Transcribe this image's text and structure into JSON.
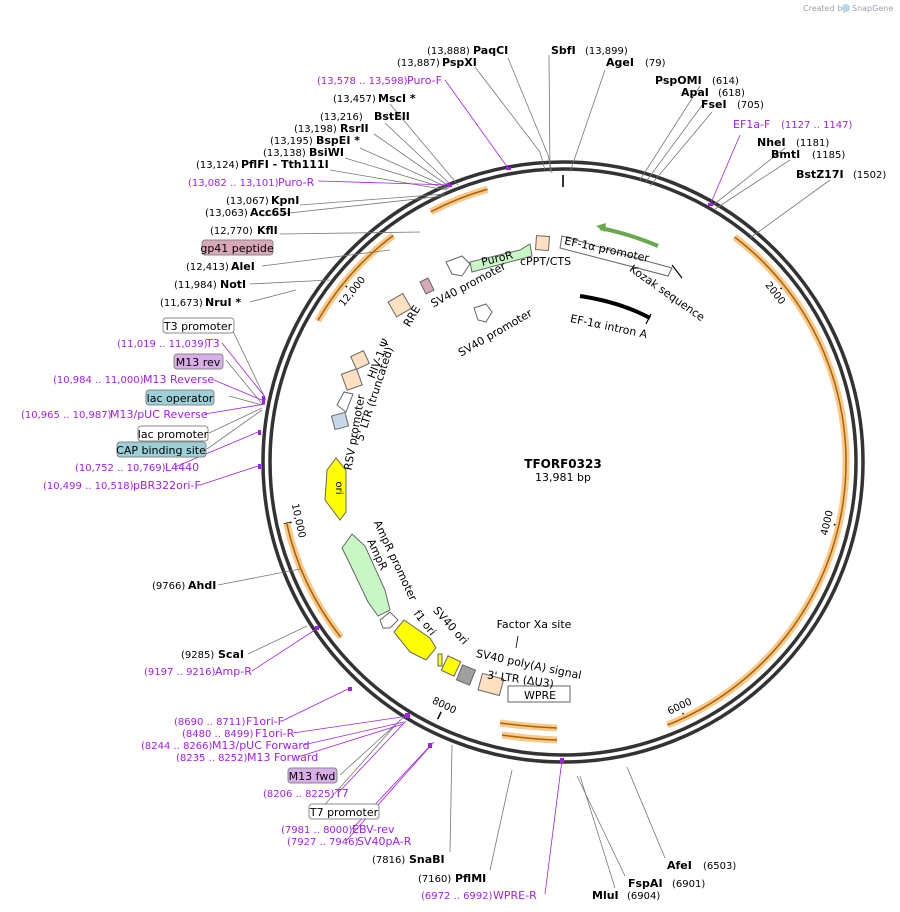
{
  "credit": {
    "prefix": "Created by",
    "brand": "SnapGene"
  },
  "plasmid": {
    "name": "TFORF0323",
    "size_label": "13,981 bp",
    "total_bp": 13981
  },
  "ticks": [
    {
      "label": "2000",
      "bp": 2000
    },
    {
      "label": "4000",
      "bp": 4000
    },
    {
      "label": "6000",
      "bp": 6000
    },
    {
      "label": "8000",
      "bp": 8000
    },
    {
      "label": "10,000",
      "bp": 10000
    },
    {
      "label": "12,000",
      "bp": 12000
    }
  ],
  "colors": {
    "backbone": "#333333",
    "orange_feature": "#f7c98a",
    "primer": "#a020f0",
    "green_feature": "#c8f7c5",
    "yellow_feature": "#ffff00",
    "peach_feature": "#ffe0c0",
    "grey_feature": "#a0a0a0",
    "gp41_box": "#d8a8b8",
    "m13_box": "#d7aee8",
    "blue_box": "#9ccfd8"
  },
  "enzymes": [
    {
      "name": "PaqCI",
      "pos": "(13,888)"
    },
    {
      "name": "SbfI",
      "pos": "(13,899)"
    },
    {
      "name": "PspXI",
      "pos": "(13,887)"
    },
    {
      "name": "AgeI",
      "pos": "(79)"
    },
    {
      "name": "PspOMI",
      "pos": "(614)"
    },
    {
      "name": "ApaI",
      "pos": "(618)"
    },
    {
      "name": "FseI",
      "pos": "(705)"
    },
    {
      "name": "MscI *",
      "pos": "(13,457)"
    },
    {
      "name": "BstEII",
      "pos": "(13,216)"
    },
    {
      "name": "RsrII",
      "pos": "(13,198)"
    },
    {
      "name": "BspEI *",
      "pos": "(13,195)"
    },
    {
      "name": "BsiWI",
      "pos": "(13,138)"
    },
    {
      "name": "PflFI - Tth111I",
      "pos": "(13,124)"
    },
    {
      "name": "NheI",
      "pos": "(1181)"
    },
    {
      "name": "BmtI",
      "pos": "(1185)"
    },
    {
      "name": "BstZ17I",
      "pos": "(1502)"
    },
    {
      "name": "KpnI",
      "pos": "(13,067)"
    },
    {
      "name": "Acc65I",
      "pos": "(13,063)"
    },
    {
      "name": "KflI",
      "pos": "(12,770)"
    },
    {
      "name": "AleI",
      "pos": "(12,413)"
    },
    {
      "name": "NotI",
      "pos": "(11,984)"
    },
    {
      "name": "NruI *",
      "pos": "(11,673)"
    },
    {
      "name": "AhdI",
      "pos": "(9766)"
    },
    {
      "name": "ScaI",
      "pos": "(9285)"
    },
    {
      "name": "SnaBI",
      "pos": "(7816)"
    },
    {
      "name": "PflMI",
      "pos": "(7160)"
    },
    {
      "name": "MluI",
      "pos": "(6904)"
    },
    {
      "name": "FspAI",
      "pos": "(6901)"
    },
    {
      "name": "AfeI",
      "pos": "(6503)"
    }
  ],
  "primers": [
    {
      "name": "Puro-F",
      "pos": "(13,578 .. 13,598)"
    },
    {
      "name": "EF1a-F",
      "pos": "(1127 .. 1147)"
    },
    {
      "name": "Puro-R",
      "pos": "(13,082 .. 13,101)"
    },
    {
      "name": "T3",
      "pos": "(11,019 .. 11,039)"
    },
    {
      "name": "M13 Reverse",
      "pos": "(10,984 .. 11,000)"
    },
    {
      "name": "M13/pUC Reverse",
      "pos": "(10,965 .. 10,987)"
    },
    {
      "name": "L4440",
      "pos": "(10,752 .. 10,769)"
    },
    {
      "name": "pBR322ori-F",
      "pos": "(10,499 .. 10,518)"
    },
    {
      "name": "Amp-R",
      "pos": "(9197 .. 9216)"
    },
    {
      "name": "F1ori-F",
      "pos": "(8690 .. 8711)"
    },
    {
      "name": "F1ori-R",
      "pos": "(8480 .. 8499)"
    },
    {
      "name": "M13/pUC Forward",
      "pos": "(8244 .. 8266)"
    },
    {
      "name": "M13 Forward",
      "pos": "(8235 .. 8252)"
    },
    {
      "name": "T7",
      "pos": "(8206 .. 8225)"
    },
    {
      "name": "EBV-rev",
      "pos": "(7981 .. 8000)"
    },
    {
      "name": "SV40pA-R",
      "pos": "(7927 .. 7946)"
    },
    {
      "name": "WPRE-R",
      "pos": "(6972 .. 6992)"
    }
  ],
  "boxed_features": [
    {
      "name": "gp41 peptide"
    },
    {
      "name": "T3 promoter"
    },
    {
      "name": "M13 rev"
    },
    {
      "name": "lac operator"
    },
    {
      "name": "lac promoter"
    },
    {
      "name": "CAP binding site"
    },
    {
      "name": "M13 fwd"
    },
    {
      "name": "T7 promoter"
    },
    {
      "name": "WPRE"
    }
  ],
  "inner_features": [
    {
      "name": "PuroR"
    },
    {
      "name": "cPPT/CTS"
    },
    {
      "name": "EF-1α promoter"
    },
    {
      "name": "Kozak sequence"
    },
    {
      "name": "EF-1α intron A"
    },
    {
      "name": "SV40 promoter"
    },
    {
      "name": "SV40 promoter"
    },
    {
      "name": "RRE"
    },
    {
      "name": "HIV-1 Ψ"
    },
    {
      "name": "5' LTR (truncated)"
    },
    {
      "name": "RSV promoter"
    },
    {
      "name": "ori"
    },
    {
      "name": "AmpR promoter"
    },
    {
      "name": "AmpR"
    },
    {
      "name": "f1 ori"
    },
    {
      "name": "SV40 ori"
    },
    {
      "name": "Factor Xa site"
    },
    {
      "name": "SV40 poly(A) signal"
    },
    {
      "name": "3' LTR (ΔU3)"
    }
  ]
}
